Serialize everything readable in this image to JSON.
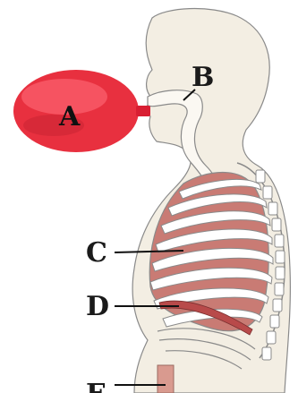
{
  "diagram": {
    "labels": {
      "a": "A",
      "b": "B",
      "c": "C",
      "d": "D",
      "e": "E"
    },
    "colors": {
      "balloon": "#e8303f",
      "balloon_highlight": "#ff6b78",
      "lung": "#c97b74",
      "body_fill": "#f3eee3",
      "outline": "#7a7a7a",
      "rib": "#ffffff",
      "diaphragm": "#b84a4a",
      "label_text": "#1a1a1a"
    },
    "icons": [
      "balloon-icon",
      "human-torso-icon"
    ]
  }
}
